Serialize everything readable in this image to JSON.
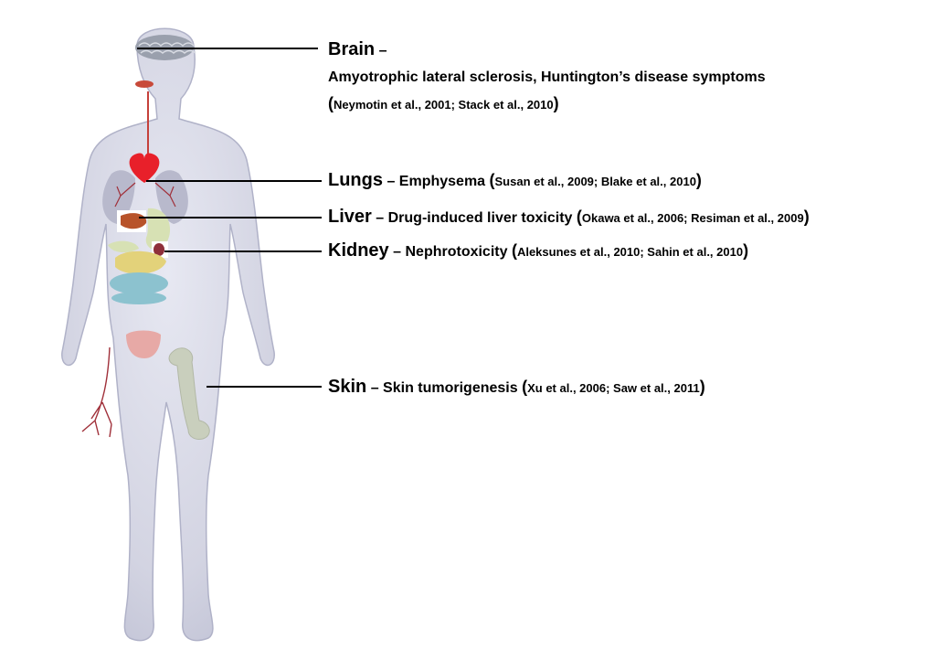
{
  "colors": {
    "body": "#d3d4e2",
    "body_edge": "#b0b2c8",
    "heart": "#e8202a",
    "brain": "#9aa0ad",
    "lungs": "#b8b9cc",
    "vessels": "#a0303a",
    "liver": "#b8532a",
    "stomach": "#d7e1b4",
    "pancreas": "#e3d27a",
    "intestine": "#8cc2cf",
    "bone": "#c9cfbd",
    "kidney": "#8e2f3a",
    "bladder": "#e7a9a6",
    "lips": "#c84a3a"
  },
  "annotations": {
    "brain": {
      "organ": "Brain",
      "dash": " –",
      "description": "Amyotrophic lateral sclerosis, Huntington’s disease symptoms",
      "open": "(",
      "citation": "Neymotin et al., 2001; Stack et al., 2010",
      "close": ")"
    },
    "lungs": {
      "organ": "Lungs",
      "dash": " – ",
      "description": "Emphysema ",
      "open": "(",
      "citation": "Susan et al., 2009; Blake et al., 2010",
      "close": ")"
    },
    "liver": {
      "organ": "Liver",
      "dash": " – ",
      "description": "Drug-induced liver toxicity ",
      "open": "(",
      "citation": "Okawa et al., 2006; Resiman et al., 2009",
      "close": ")"
    },
    "kidney": {
      "organ": "Kidney",
      "dash": " – ",
      "description": "Nephrotoxicity ",
      "open": "(",
      "citation": "Aleksunes et al., 2010; Sahin et al., 2010",
      "close": ")"
    },
    "skin": {
      "organ": "Skin",
      "dash": " – ",
      "description": "Skin tumorigenesis ",
      "open": "(",
      "citation": "Xu et al., 2006; Saw et al., 2011",
      "close": ")"
    }
  }
}
